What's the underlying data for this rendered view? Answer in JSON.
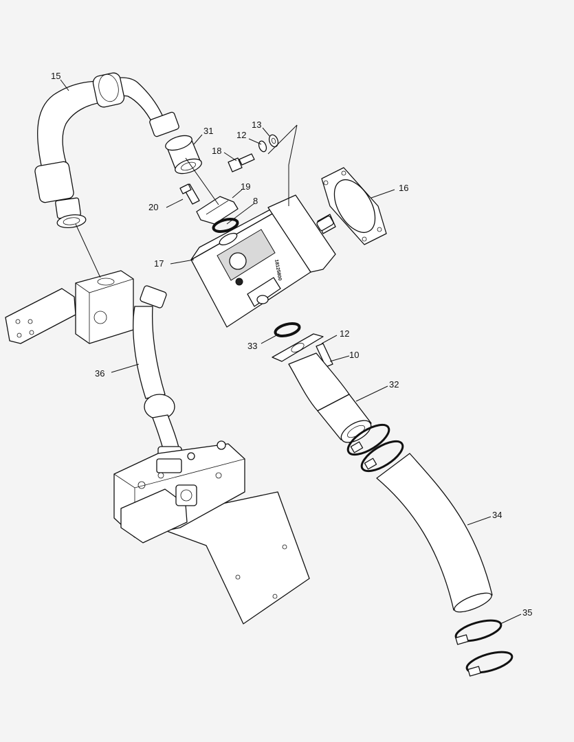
{
  "callouts": [
    {
      "id": "c15",
      "text": "15"
    },
    {
      "id": "c31",
      "text": "31"
    },
    {
      "id": "c13",
      "text": "13"
    },
    {
      "id": "c12a",
      "text": "12"
    },
    {
      "id": "c18",
      "text": "18"
    },
    {
      "id": "c19",
      "text": "19"
    },
    {
      "id": "c8",
      "text": "8"
    },
    {
      "id": "c20",
      "text": "20"
    },
    {
      "id": "c16",
      "text": "16"
    },
    {
      "id": "c17",
      "text": "17"
    },
    {
      "id": "c33",
      "text": "33"
    },
    {
      "id": "c12b",
      "text": "12"
    },
    {
      "id": "c10",
      "text": "10"
    },
    {
      "id": "c36",
      "text": "36"
    },
    {
      "id": "c32",
      "text": "32"
    },
    {
      "id": "c34",
      "text": "34"
    },
    {
      "id": "c35",
      "text": "35"
    }
  ],
  "pump_stamp": "18125800"
}
